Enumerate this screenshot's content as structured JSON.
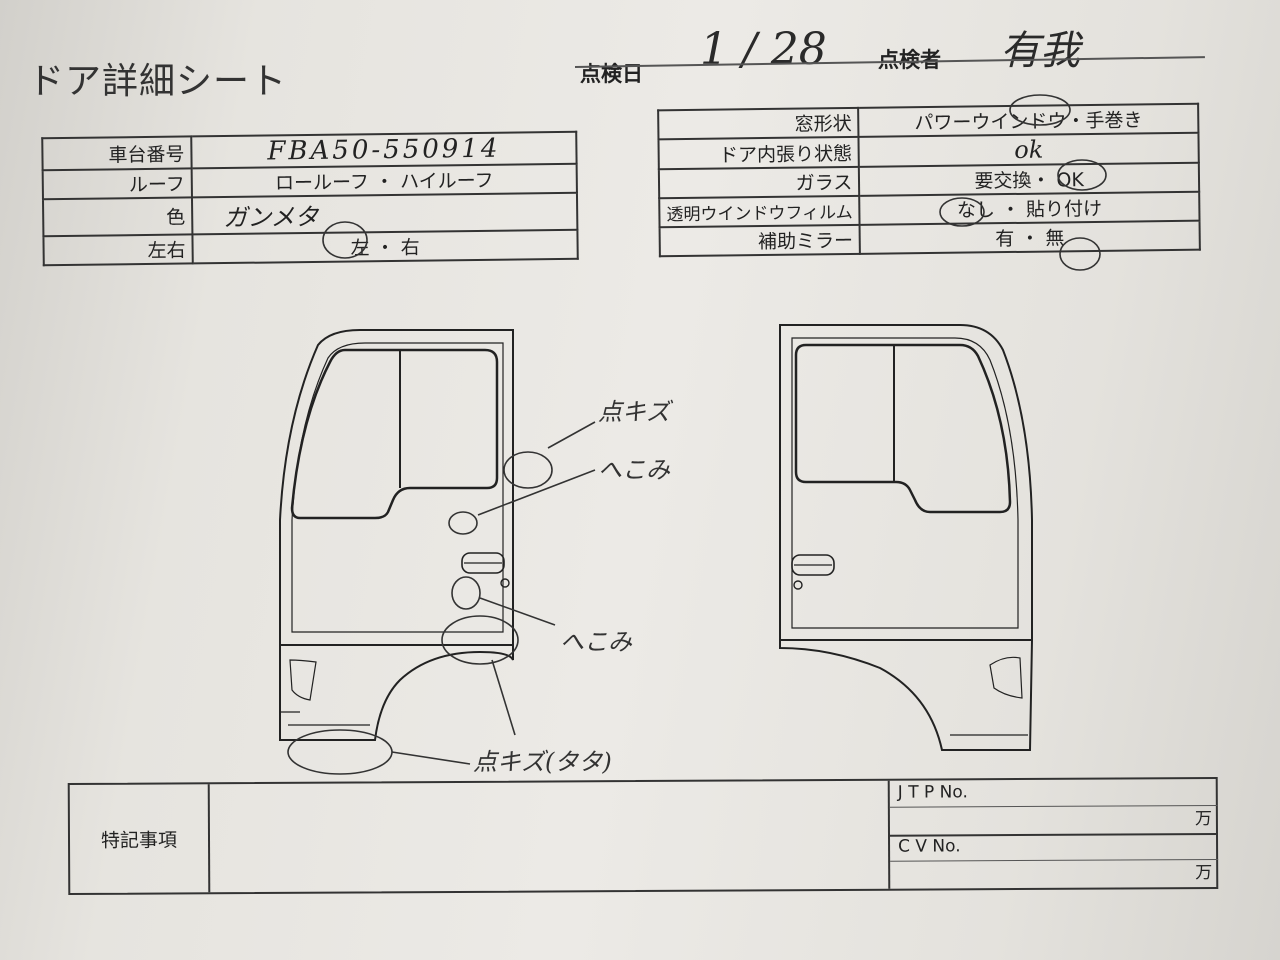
{
  "title": "ドア詳細シート",
  "header": {
    "date_label": "点検日",
    "date_value": "1 / 28",
    "inspector_label": "点検者",
    "inspector_value": "有我"
  },
  "left_table": {
    "rows": [
      {
        "label": "車台番号",
        "value": "FBA50-550914"
      },
      {
        "label": "ルーフ",
        "value": "ロールーフ ・ ハイルーフ"
      },
      {
        "label": "色",
        "value": "ガンメタ"
      },
      {
        "label": "左右",
        "value": "左 ・ 右"
      }
    ],
    "selected_side": "左"
  },
  "right_table": {
    "rows": [
      {
        "label": "窓形状",
        "value": "パワーウインドウ・手巻き"
      },
      {
        "label": "ドア内張り状態",
        "value": "ok"
      },
      {
        "label": "ガラス",
        "value": "要交換・ OK"
      },
      {
        "label": "透明ウインドウフィルム",
        "value": "なし ・ 貼り付け"
      },
      {
        "label": "補助ミラー",
        "value": "有 ・ 無"
      }
    ]
  },
  "annotations": {
    "a1": "点キズ",
    "a2": "へこみ",
    "a3": "へこみ",
    "a4": "点キズ(タタ)"
  },
  "notes": {
    "label": "特記事項",
    "jtp_label": "J T P No.",
    "cv_label": "C V No.",
    "unit": "万"
  }
}
